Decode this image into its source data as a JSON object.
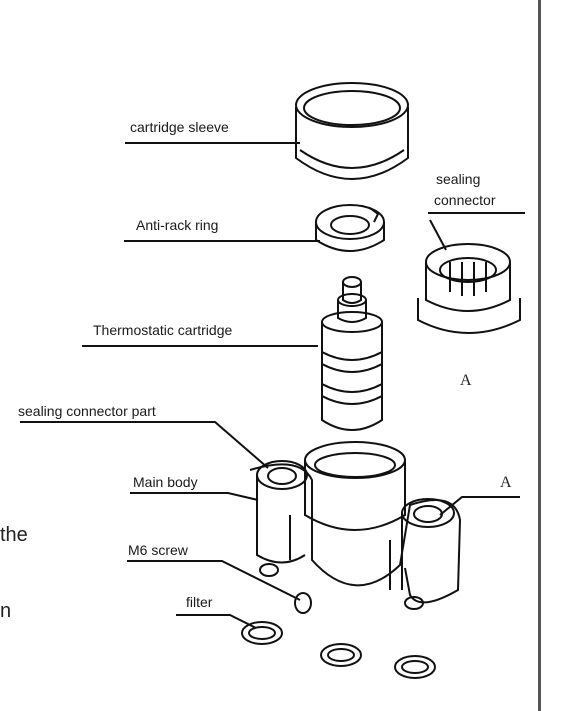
{
  "labels": {
    "cartridge_sleeve": "cartridge sleeve",
    "anti_rack_ring": "Anti-rack ring",
    "thermostatic_cartridge": "Thermostatic cartridge",
    "sealing_connector_part": "sealing connector part",
    "main_body": "Main body",
    "m6_screw": "M6 screw",
    "filter": "filter",
    "sealing_connector_line1": "sealing",
    "sealing_connector_line2": "connector"
  },
  "markers": {
    "detail_a_1": "A",
    "detail_a_2": "A"
  },
  "side_text": {
    "line1": "the",
    "line2": "n"
  }
}
